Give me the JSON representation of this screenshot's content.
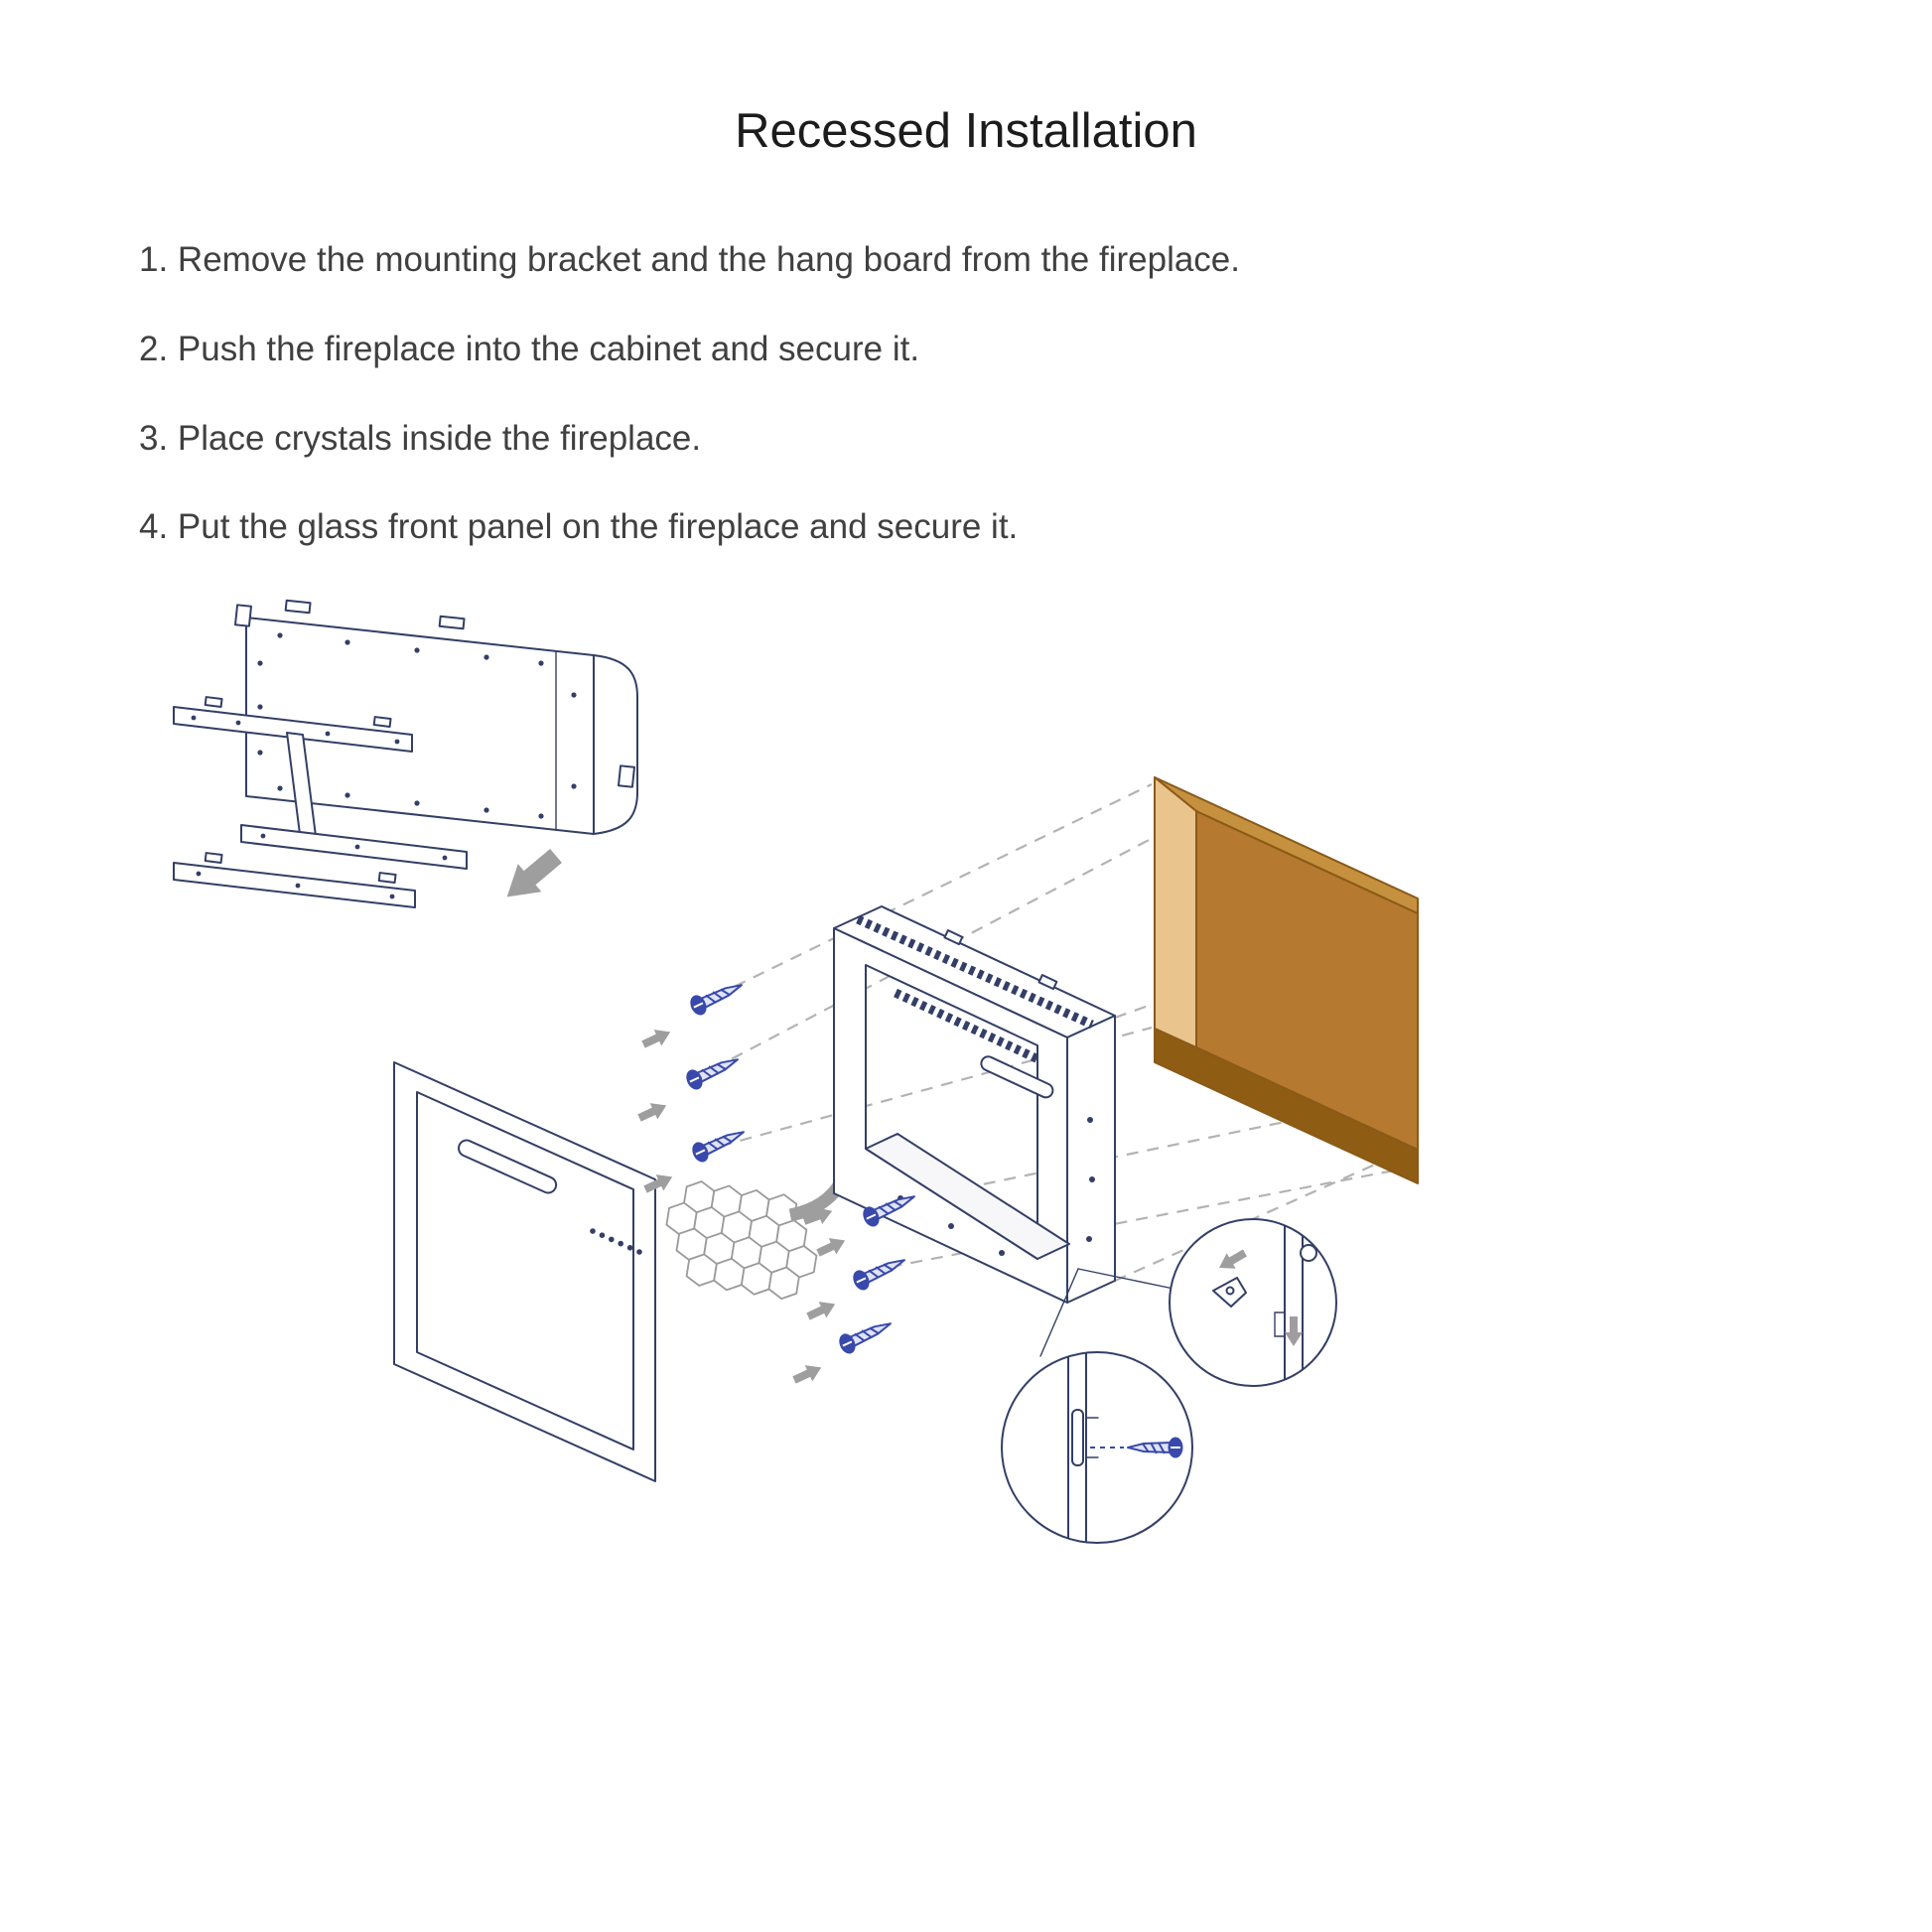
{
  "page": {
    "title": "Recessed Installation",
    "steps": [
      "1. Remove the mounting bracket and the hang board from the fireplace.",
      "2. Push the fireplace into the cabinet and secure it.",
      "3. Place crystals inside the fireplace.",
      "4. Put the glass front panel on the fireplace and secure it."
    ]
  },
  "diagram": {
    "line_color": "#333f66",
    "guide_color": "#b3b3b3",
    "arrow_color": "#9e9e9e",
    "screw_color": "#3949ab",
    "crystal_outline_color": "#9a9a9a",
    "cabinet": {
      "back_color": "#b5792f",
      "side_color": "#e9c48c",
      "top_color": "#c6913f",
      "bottom_color": "#8f5c14"
    }
  }
}
